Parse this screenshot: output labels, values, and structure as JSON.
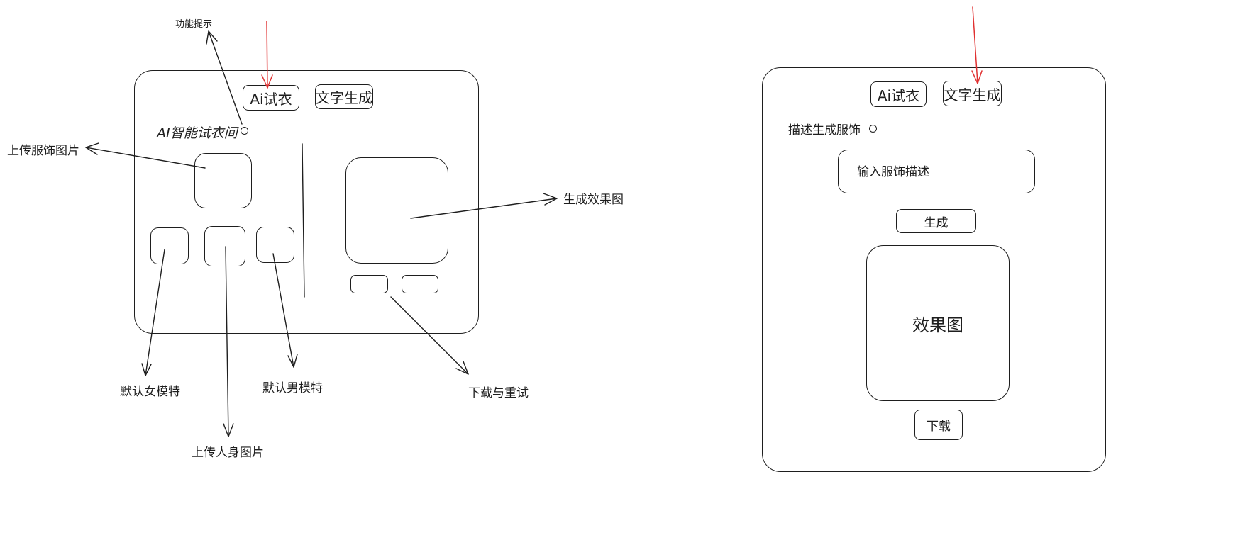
{
  "left_panel": {
    "tabs": {
      "tryon": "Ai试衣",
      "textgen": "文字生成"
    },
    "title": "AI智能试衣间"
  },
  "left_annotations": {
    "feature_hint": "功能提示",
    "upload_garment": "上传服饰图片",
    "result_image": "生成效果图",
    "default_female": "默认女模特",
    "default_male": "默认男模特",
    "upload_person": "上传人身图片",
    "download_retry": "下载与重试"
  },
  "right_panel": {
    "tabs": {
      "tryon": "Ai试衣",
      "textgen": "文字生成"
    },
    "title": "描述生成服饰",
    "input_placeholder": "输入服饰描述",
    "generate_label": "生成",
    "result_label": "效果图",
    "download_label": "下载"
  },
  "colors": {
    "stroke": "#1e1e1e",
    "highlight_arrow": "#e03131"
  }
}
